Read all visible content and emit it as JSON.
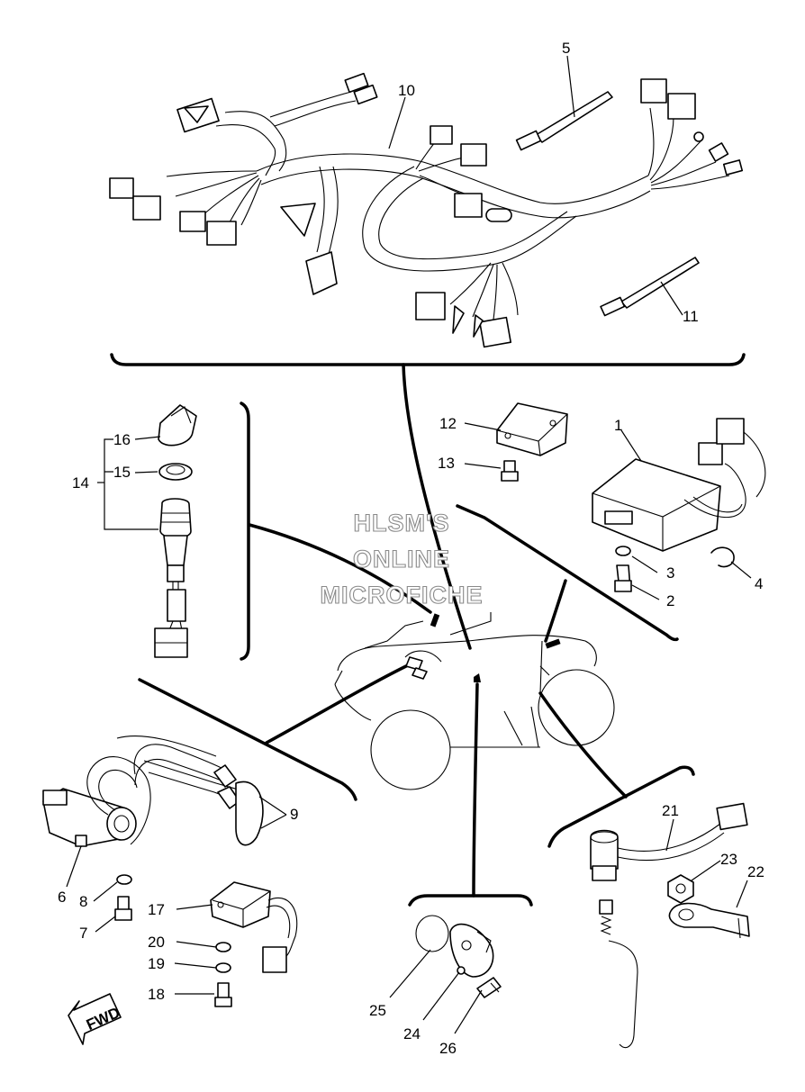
{
  "watermark": [
    "HLSM'S",
    "ONLINE",
    "MICROFICHE"
  ],
  "fwd_label": "FWD",
  "callouts": {
    "c1": "1",
    "c2": "2",
    "c3": "3",
    "c4": "4",
    "c5": "5",
    "c6": "6",
    "c7": "7",
    "c8": "8",
    "c9": "9",
    "c10": "10",
    "c11": "11",
    "c12": "12",
    "c13": "13",
    "c14": "14",
    "c15": "15",
    "c16": "16",
    "c17": "17",
    "c18": "18",
    "c19": "19",
    "c20": "20",
    "c21": "21",
    "c22": "22",
    "c23": "23",
    "c24": "24",
    "c25": "25",
    "c26": "26"
  }
}
